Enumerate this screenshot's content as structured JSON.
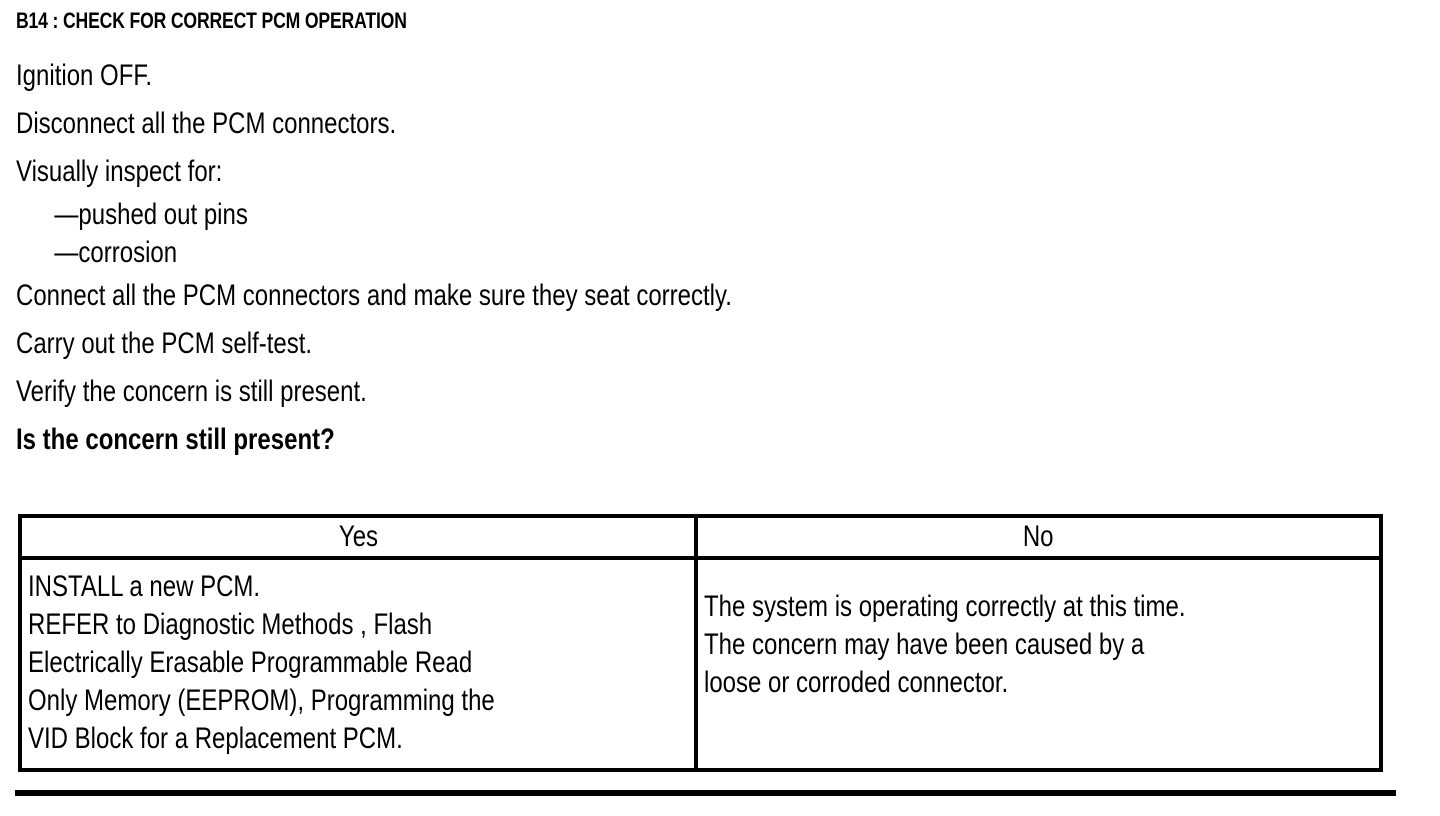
{
  "document": {
    "step_heading": "B14 : CHECK FOR CORRECT PCM OPERATION",
    "steps": [
      {
        "type": "step",
        "text": "Ignition OFF."
      },
      {
        "type": "step",
        "text": "Disconnect all the PCM connectors."
      },
      {
        "type": "step",
        "text": "Visually inspect for:"
      },
      {
        "type": "sub",
        "text": "—pushed out pins"
      },
      {
        "type": "sub",
        "text": "—corrosion"
      },
      {
        "type": "step",
        "text": "Connect all the PCM connectors and make sure they seat correctly."
      },
      {
        "type": "step",
        "text": "Carry out the PCM self-test."
      },
      {
        "type": "step",
        "text": "Verify the concern is still present."
      },
      {
        "type": "question",
        "text": "Is the concern still present?"
      }
    ],
    "step_lines": {
      "line_1": "Ignition OFF.",
      "line_2": "Disconnect all the PCM connectors.",
      "line_3": "Visually inspect for:",
      "sub_1": "—pushed out pins",
      "sub_2": "—corrosion",
      "line_4": "Connect all the PCM connectors and make sure they seat correctly.",
      "line_5": "Carry out the PCM self-test.",
      "line_6": "Verify the concern is still present.",
      "question": "Is the concern still present?"
    },
    "decision_table": {
      "headers": [
        "Yes",
        "No"
      ],
      "header_yes": "Yes",
      "header_no": "No",
      "yes_cell_lines": [
        "INSTALL a new PCM.",
        "REFER to Diagnostic Methods , Flash",
        "Electrically Erasable Programmable Read",
        "Only Memory  (EEPROM), Programming the",
        "VID Block for a Replacement PCM."
      ],
      "no_cell_lines": [
        "The system is operating correctly at this time.",
        "The concern may have been caused by a",
        "loose or corroded connector."
      ],
      "yes_cell_text": "INSTALL a new PCM. REFER to Diagnostic Methods , Flash Electrically Erasable Programmable Read Only Memory (EEPROM), Programming the VID Block for a Replacement PCM.",
      "no_cell_text": "The system is operating correctly at this time. The concern may have been caused by a loose or corroded connector."
    },
    "colors": {
      "text": "#000000",
      "background": "#ffffff",
      "rule": "#000000"
    }
  }
}
